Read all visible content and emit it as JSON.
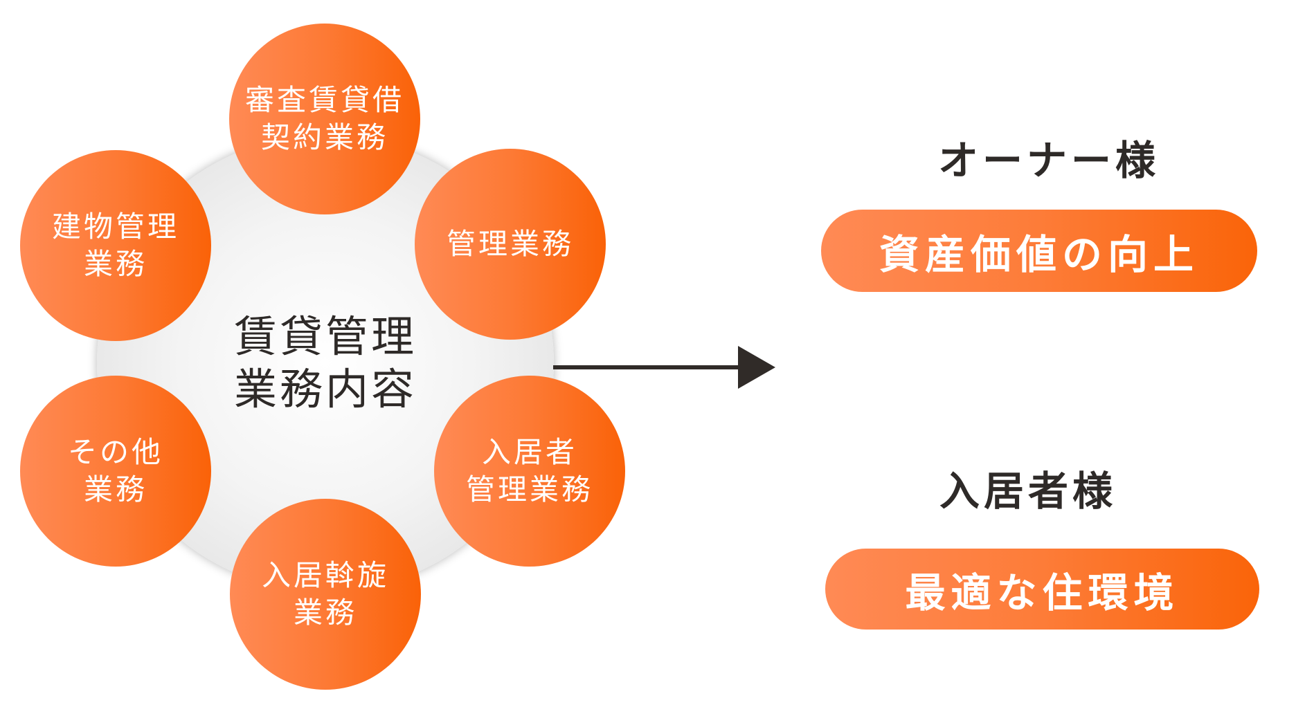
{
  "hub": {
    "line1": "賃貸管理",
    "line2": "業務内容"
  },
  "nodes": [
    {
      "id": "screening-contract",
      "lines": [
        "審査賃貸借",
        "契約業務"
      ]
    },
    {
      "id": "management",
      "lines": [
        "管理業務"
      ]
    },
    {
      "id": "tenant-management",
      "lines": [
        "入居者",
        "管理業務"
      ]
    },
    {
      "id": "tenant-brokerage",
      "lines": [
        "入居斡旋",
        "業務"
      ]
    },
    {
      "id": "other",
      "lines": [
        "その他",
        "業務"
      ]
    },
    {
      "id": "building-management",
      "lines": [
        "建物管理",
        "業務"
      ]
    }
  ],
  "outcomes": [
    {
      "heading": "オーナー様",
      "benefit": "資産価値の向上"
    },
    {
      "heading": "入居者様",
      "benefit": "最適な住環境"
    }
  ],
  "colors": {
    "accent_light": "#ff8a55",
    "accent_dark": "#fa6409",
    "text_dark": "#2e2a28",
    "hub_gray": "#e2e2e2"
  },
  "icons": {
    "arrow": "right-arrow-icon"
  }
}
